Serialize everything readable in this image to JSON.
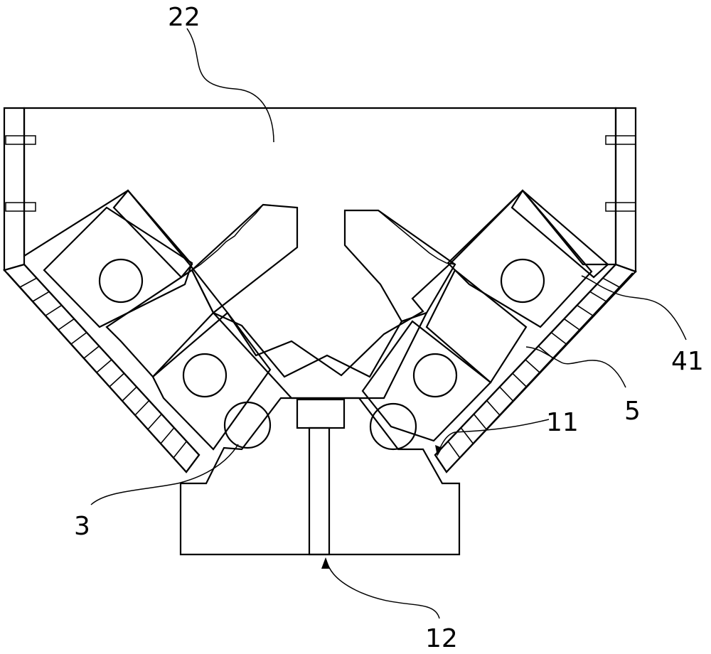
{
  "diagram": {
    "callouts": [
      {
        "id": "22",
        "text": "22"
      },
      {
        "id": "41",
        "text": "41"
      },
      {
        "id": "5",
        "text": "5"
      },
      {
        "id": "11",
        "text": "11"
      },
      {
        "id": "3",
        "text": "3"
      },
      {
        "id": "12",
        "text": "12"
      }
    ]
  }
}
